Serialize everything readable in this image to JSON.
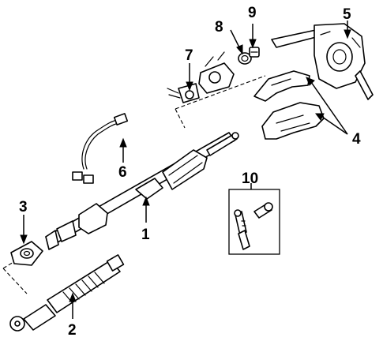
{
  "diagram": {
    "callouts": [
      {
        "id": "1",
        "label": "1"
      },
      {
        "id": "2",
        "label": "2"
      },
      {
        "id": "3",
        "label": "3"
      },
      {
        "id": "4",
        "label": "4"
      },
      {
        "id": "5",
        "label": "5"
      },
      {
        "id": "6",
        "label": "6"
      },
      {
        "id": "7",
        "label": "7"
      },
      {
        "id": "8",
        "label": "8"
      },
      {
        "id": "9",
        "label": "9"
      },
      {
        "id": "10",
        "label": "10"
      }
    ],
    "colors": {
      "ink": "#000000",
      "background": "#ffffff"
    }
  }
}
